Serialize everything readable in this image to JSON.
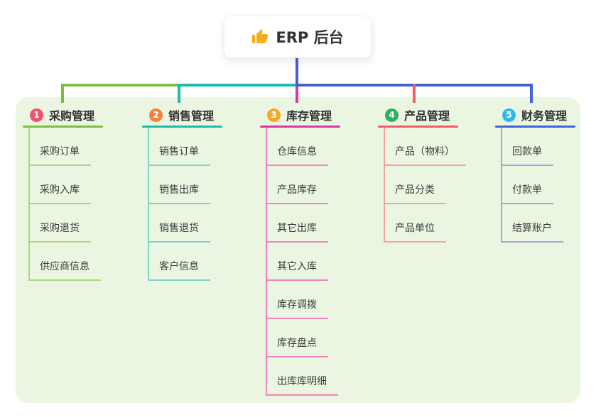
{
  "root": {
    "icon": "thumbs-up",
    "label": "ERP 后台"
  },
  "colors": {
    "panel_background": "#eaf6e2",
    "trunk_blue": "#4a5ed1",
    "bus_green": "#7dbd41",
    "bus_teal": "#1abcab",
    "bus_blue": "#4261d6",
    "drop_magenta": "#d93aa2",
    "drop_red": "#f25d63",
    "thumb_icon_yellow": "#f2b01e"
  },
  "branches": [
    {
      "badge": "1",
      "label": "采购管理",
      "badge_color": "#f25268",
      "line_color": "#7dbd41",
      "child_line_color": "#a9d97e",
      "children": [
        "采购订单",
        "采购入库",
        "采购退货",
        "供应商信息"
      ]
    },
    {
      "badge": "2",
      "label": "销售管理",
      "badge_color": "#f58138",
      "line_color": "#1abcab",
      "child_line_color": "#7ed3c6",
      "children": [
        "销售订单",
        "销售出库",
        "销售退货",
        "客户信息"
      ]
    },
    {
      "badge": "3",
      "label": "库存管理",
      "badge_color": "#f9a826",
      "line_color": "#d93aa2",
      "child_line_color": "#ef84bf",
      "children": [
        "仓库信息",
        "产品库存",
        "其它出库",
        "其它入库",
        "库存调拨",
        "库存盘点",
        "出库库明细"
      ]
    },
    {
      "badge": "4",
      "label": "产品管理",
      "badge_color": "#30b25a",
      "line_color": "#f25d63",
      "child_line_color": "#f8a09e",
      "children": [
        "产品（物料）",
        "产品分类",
        "产品单位"
      ]
    },
    {
      "badge": "5",
      "label": "财务管理",
      "badge_color": "#31b6e9",
      "line_color": "#3e63da",
      "child_line_color": "#93abe3",
      "children": [
        "回款单",
        "付款单",
        "结算账户"
      ]
    }
  ]
}
